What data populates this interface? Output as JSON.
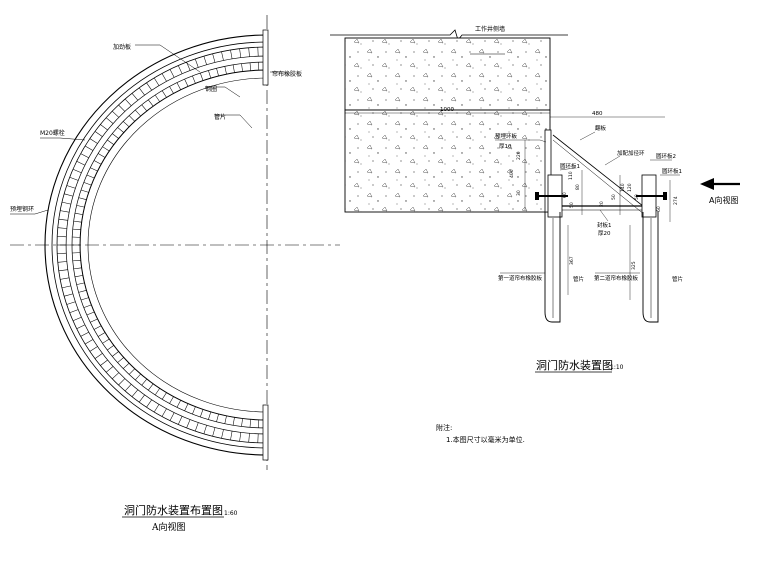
{
  "left_view": {
    "labels": {
      "plus_plate": "加劲板",
      "segment": "管片",
      "ring": "钢圈",
      "gasket": "帘布橡胶板",
      "bolt": "M20螺栓",
      "embedded_ring": "预埋钢环"
    },
    "title": "洞门防水装置布置图",
    "scale": "1:60",
    "subtitle": "A向视图"
  },
  "right_view": {
    "labels": {
      "shaft_wall": "工作井侧墙",
      "dim_1000": "1000",
      "dim_480": "480",
      "embed_ring_plate": "预埋环板",
      "embed_ring_thk": "厚10",
      "flip_plate": "翻板",
      "ring_plate_1_top": "圆环板1",
      "ring_plate_2": "圆环板2",
      "ring_plate_1_right": "圆环板1",
      "bolt_spring": "加配加径环",
      "seal_plate": "封板1",
      "seal_thk": "厚20",
      "first_gasket": "第一道帘布橡胶板",
      "second_gasket": "第二道帘布橡胶板",
      "segment_left": "管片",
      "segment_right": "管片",
      "dims": [
        "220",
        "400",
        "30",
        "80",
        "110",
        "60",
        "50",
        "50",
        "20",
        "140",
        "120",
        "50",
        "60",
        "274",
        "367",
        "325"
      ]
    },
    "arrow_label": "A向视图",
    "title": "洞门防水装置图",
    "scale": "1:10"
  },
  "notes": {
    "heading": "附注:",
    "item1": "1.本图尺寸以毫米为单位."
  }
}
